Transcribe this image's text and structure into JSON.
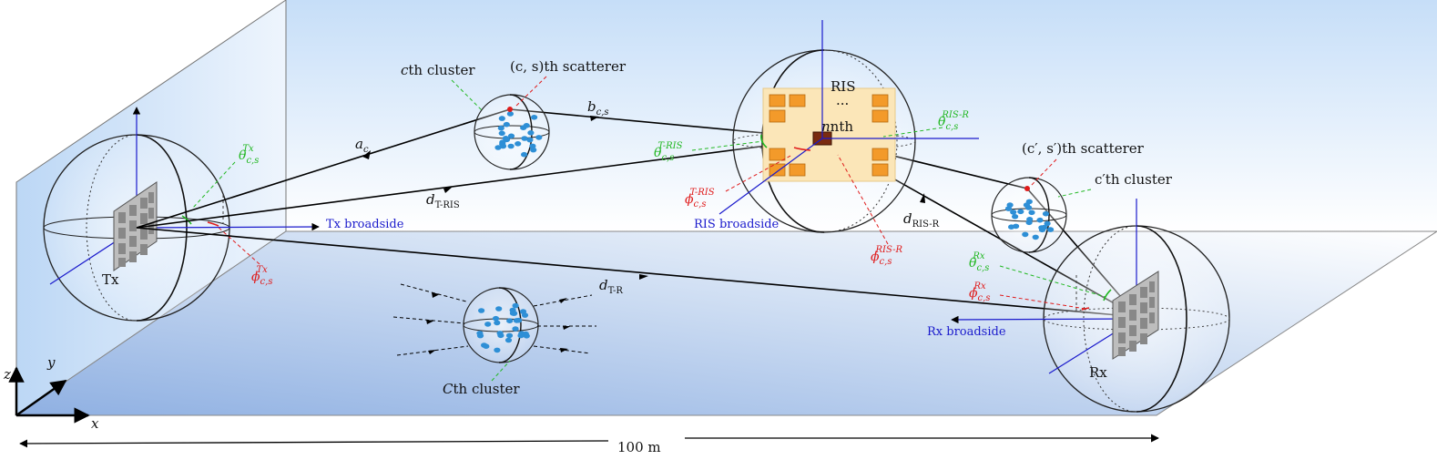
{
  "labels": {
    "cth_cluster": "cth cluster",
    "cs_scatterer": "(c, s)th scatterer",
    "a_c": "a",
    "a_c_sub": "c",
    "b_cs": "b",
    "b_cs_sub": "c,s",
    "d_t_ris": "d",
    "d_t_ris_sub": "T-RIS",
    "d_ris_r": "d",
    "d_ris_r_sub": "RIS-R",
    "d_t_r": "d",
    "d_t_r_sub": "T-R",
    "ris": "RIS",
    "ris_dots": "...",
    "nth": "nth",
    "tx": "Tx",
    "rx": "Rx",
    "tx_broadside": "Tx broadside",
    "ris_broadside": "RIS broadside",
    "rx_broadside": "Rx broadside",
    "cprime_scatterer": "(c′, s′)th scatterer",
    "cprime_cluster": "c′th cluster",
    "Cth_cluster": "Cth cluster",
    "axis_x": "x",
    "axis_y": "y",
    "axis_z": "z",
    "distance": "100 m"
  },
  "angles": {
    "theta_tx": "θ",
    "theta_tx_sub": "c,s",
    "theta_tx_sup": "Tx",
    "phi_tx": "ϕ",
    "phi_tx_sub": "c,s",
    "phi_tx_sup": "Tx",
    "theta_t_ris": "θ",
    "theta_t_ris_sub": "c,s",
    "theta_t_ris_sup": "T-RIS",
    "phi_t_ris": "ϕ",
    "phi_t_ris_sub": "c,s",
    "phi_t_ris_sup": "T-RIS",
    "theta_ris_r": "θ",
    "theta_ris_r_sub": "c,s",
    "theta_ris_r_sup": "RIS-R",
    "phi_ris_r": "ϕ",
    "phi_ris_r_sub": "c,s",
    "phi_ris_r_sup": "RIS-R",
    "theta_rx": "θ",
    "theta_rx_sub": "c,s",
    "theta_rx_sup": "Rx",
    "phi_rx": "ϕ",
    "phi_rx_sub": "c,s",
    "phi_rx_sup": "Rx"
  },
  "colors": {
    "blue_axis": "#1a1acc",
    "green_angle": "#22b822",
    "red_angle": "#e01b1b",
    "scatter_dot": "#2e8fd6",
    "ris_panel": "#fbe6b8",
    "ris_element": "#f39a2a",
    "room_wall": "#cfe3f7",
    "room_floor": "#9fbde6"
  }
}
